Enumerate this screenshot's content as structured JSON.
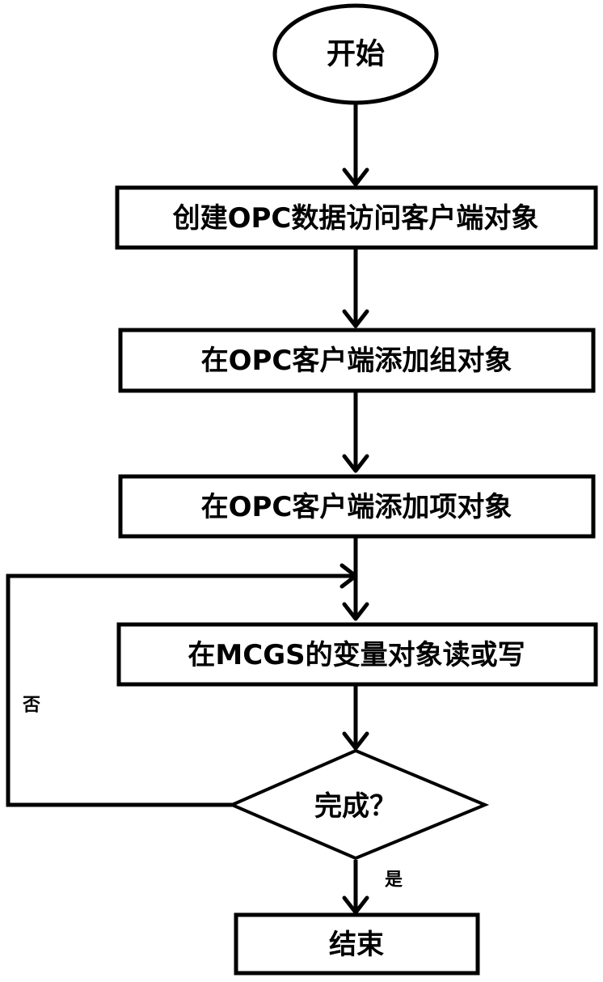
{
  "nodes": {
    "start": {
      "label": "开始",
      "shape": "ellipse"
    },
    "create_client": {
      "label": "创建OPC数据访问客户端对象",
      "shape": "rectangle"
    },
    "add_group": {
      "label": "在OPC客户端添加组对象",
      "shape": "rectangle"
    },
    "add_item": {
      "label": "在OPC客户端添加项对象",
      "shape": "rectangle"
    },
    "read_write": {
      "label": "在MCGS的变量对象读或写",
      "shape": "rectangle"
    },
    "done_decision": {
      "label": "完成？",
      "shape": "diamond"
    },
    "end": {
      "label": "结束",
      "shape": "rectangle"
    }
  },
  "edges": [
    {
      "from": "start",
      "to": "create_client",
      "label": ""
    },
    {
      "from": "create_client",
      "to": "add_group",
      "label": ""
    },
    {
      "from": "add_group",
      "to": "add_item",
      "label": ""
    },
    {
      "from": "add_item",
      "to": "read_write",
      "label": ""
    },
    {
      "from": "read_write",
      "to": "done_decision",
      "label": ""
    },
    {
      "from": "done_decision",
      "to": "read_write",
      "label": "否"
    },
    {
      "from": "done_decision",
      "to": "end",
      "label": "是"
    }
  ],
  "colors": {
    "stroke": "#000000",
    "fill": "#ffffff",
    "text": "#000000"
  }
}
